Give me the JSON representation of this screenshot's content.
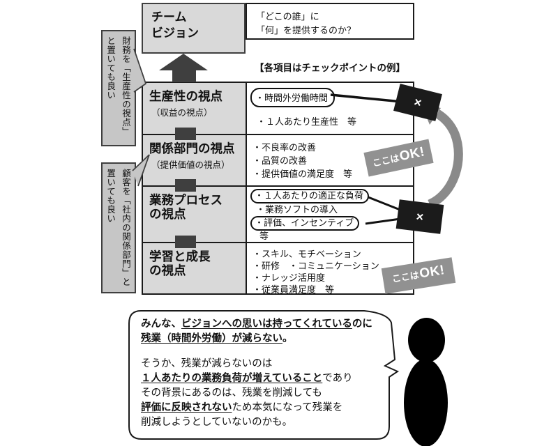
{
  "vision": {
    "title_line1": "チーム",
    "title_line2": "ビジョン",
    "q_line1": "「どこの誰」に",
    "q_line2": "「何」を提供するのか？"
  },
  "note": "【各項目はチェックポイントの例】",
  "callouts": {
    "finance": "財務を「生産性の視点」と置いても良い",
    "customer": "顧客を「社内の関係部門」と置いても良い"
  },
  "table": {
    "rows": [
      {
        "title": "生産性の視点",
        "subtitle": "（収益の視点）",
        "items": [
          {
            "text": "・時間外労働時間",
            "circled": true
          },
          {
            "text": "・１人あたり生産性　等",
            "circled": false
          }
        ]
      },
      {
        "title": "関係部門の視点",
        "subtitle": "（提供価値の視点）",
        "items": [
          {
            "text": "・不良率の改善"
          },
          {
            "text": "・品質の改善"
          },
          {
            "text": "・提供価値の満足度　等"
          }
        ]
      },
      {
        "title": "業務プロセス",
        "title_line2": "の視点",
        "items": [
          {
            "text": "・１人あたりの適正な負荷",
            "circled": true
          },
          {
            "text": "・業務ソフトの導入"
          },
          {
            "text": "・評価、インセンティブ",
            "circled": true
          },
          {
            "text": "等"
          }
        ]
      },
      {
        "title": "学習と成長",
        "title_line2": "の視点",
        "items": [
          {
            "text": "・スキル、モチベーション"
          },
          {
            "text": "・研修　・コミュニケーション"
          },
          {
            "text": "・ナレッジ活用度"
          },
          {
            "text": "・従業員満足度　等"
          }
        ]
      }
    ]
  },
  "marks": {
    "ng": "×",
    "ok_prefix": "ここは",
    "ok_main": "OK!"
  },
  "bubble": {
    "p1_plain": "みんな、",
    "p1_u1": "ビジョンへの思いは持ってくれている",
    "p1_mid": "のに",
    "p1_u2": "残業（時間外労働）が減らない",
    "p1_end": "。",
    "p2_l1": "そうか、残業が減らないのは",
    "p2_u1": "１人あたりの業務負荷が増えていること",
    "p2_l2end": "であり",
    "p2_l3": "その背景にあるのは、残業を削減しても",
    "p2_u2": "評価に反映されない",
    "p2_l4end": "ため本気になって残業を",
    "p2_l5": "削減しようとしていないのかも。"
  },
  "colors": {
    "cell_gray": "#d9d9d9",
    "callout_gray": "#c6c6c6",
    "dark": "#3f3f3f",
    "badge_gray": "#919191",
    "ng_black": "#1b1b1b",
    "arrow_gray": "#8a8a8a"
  }
}
